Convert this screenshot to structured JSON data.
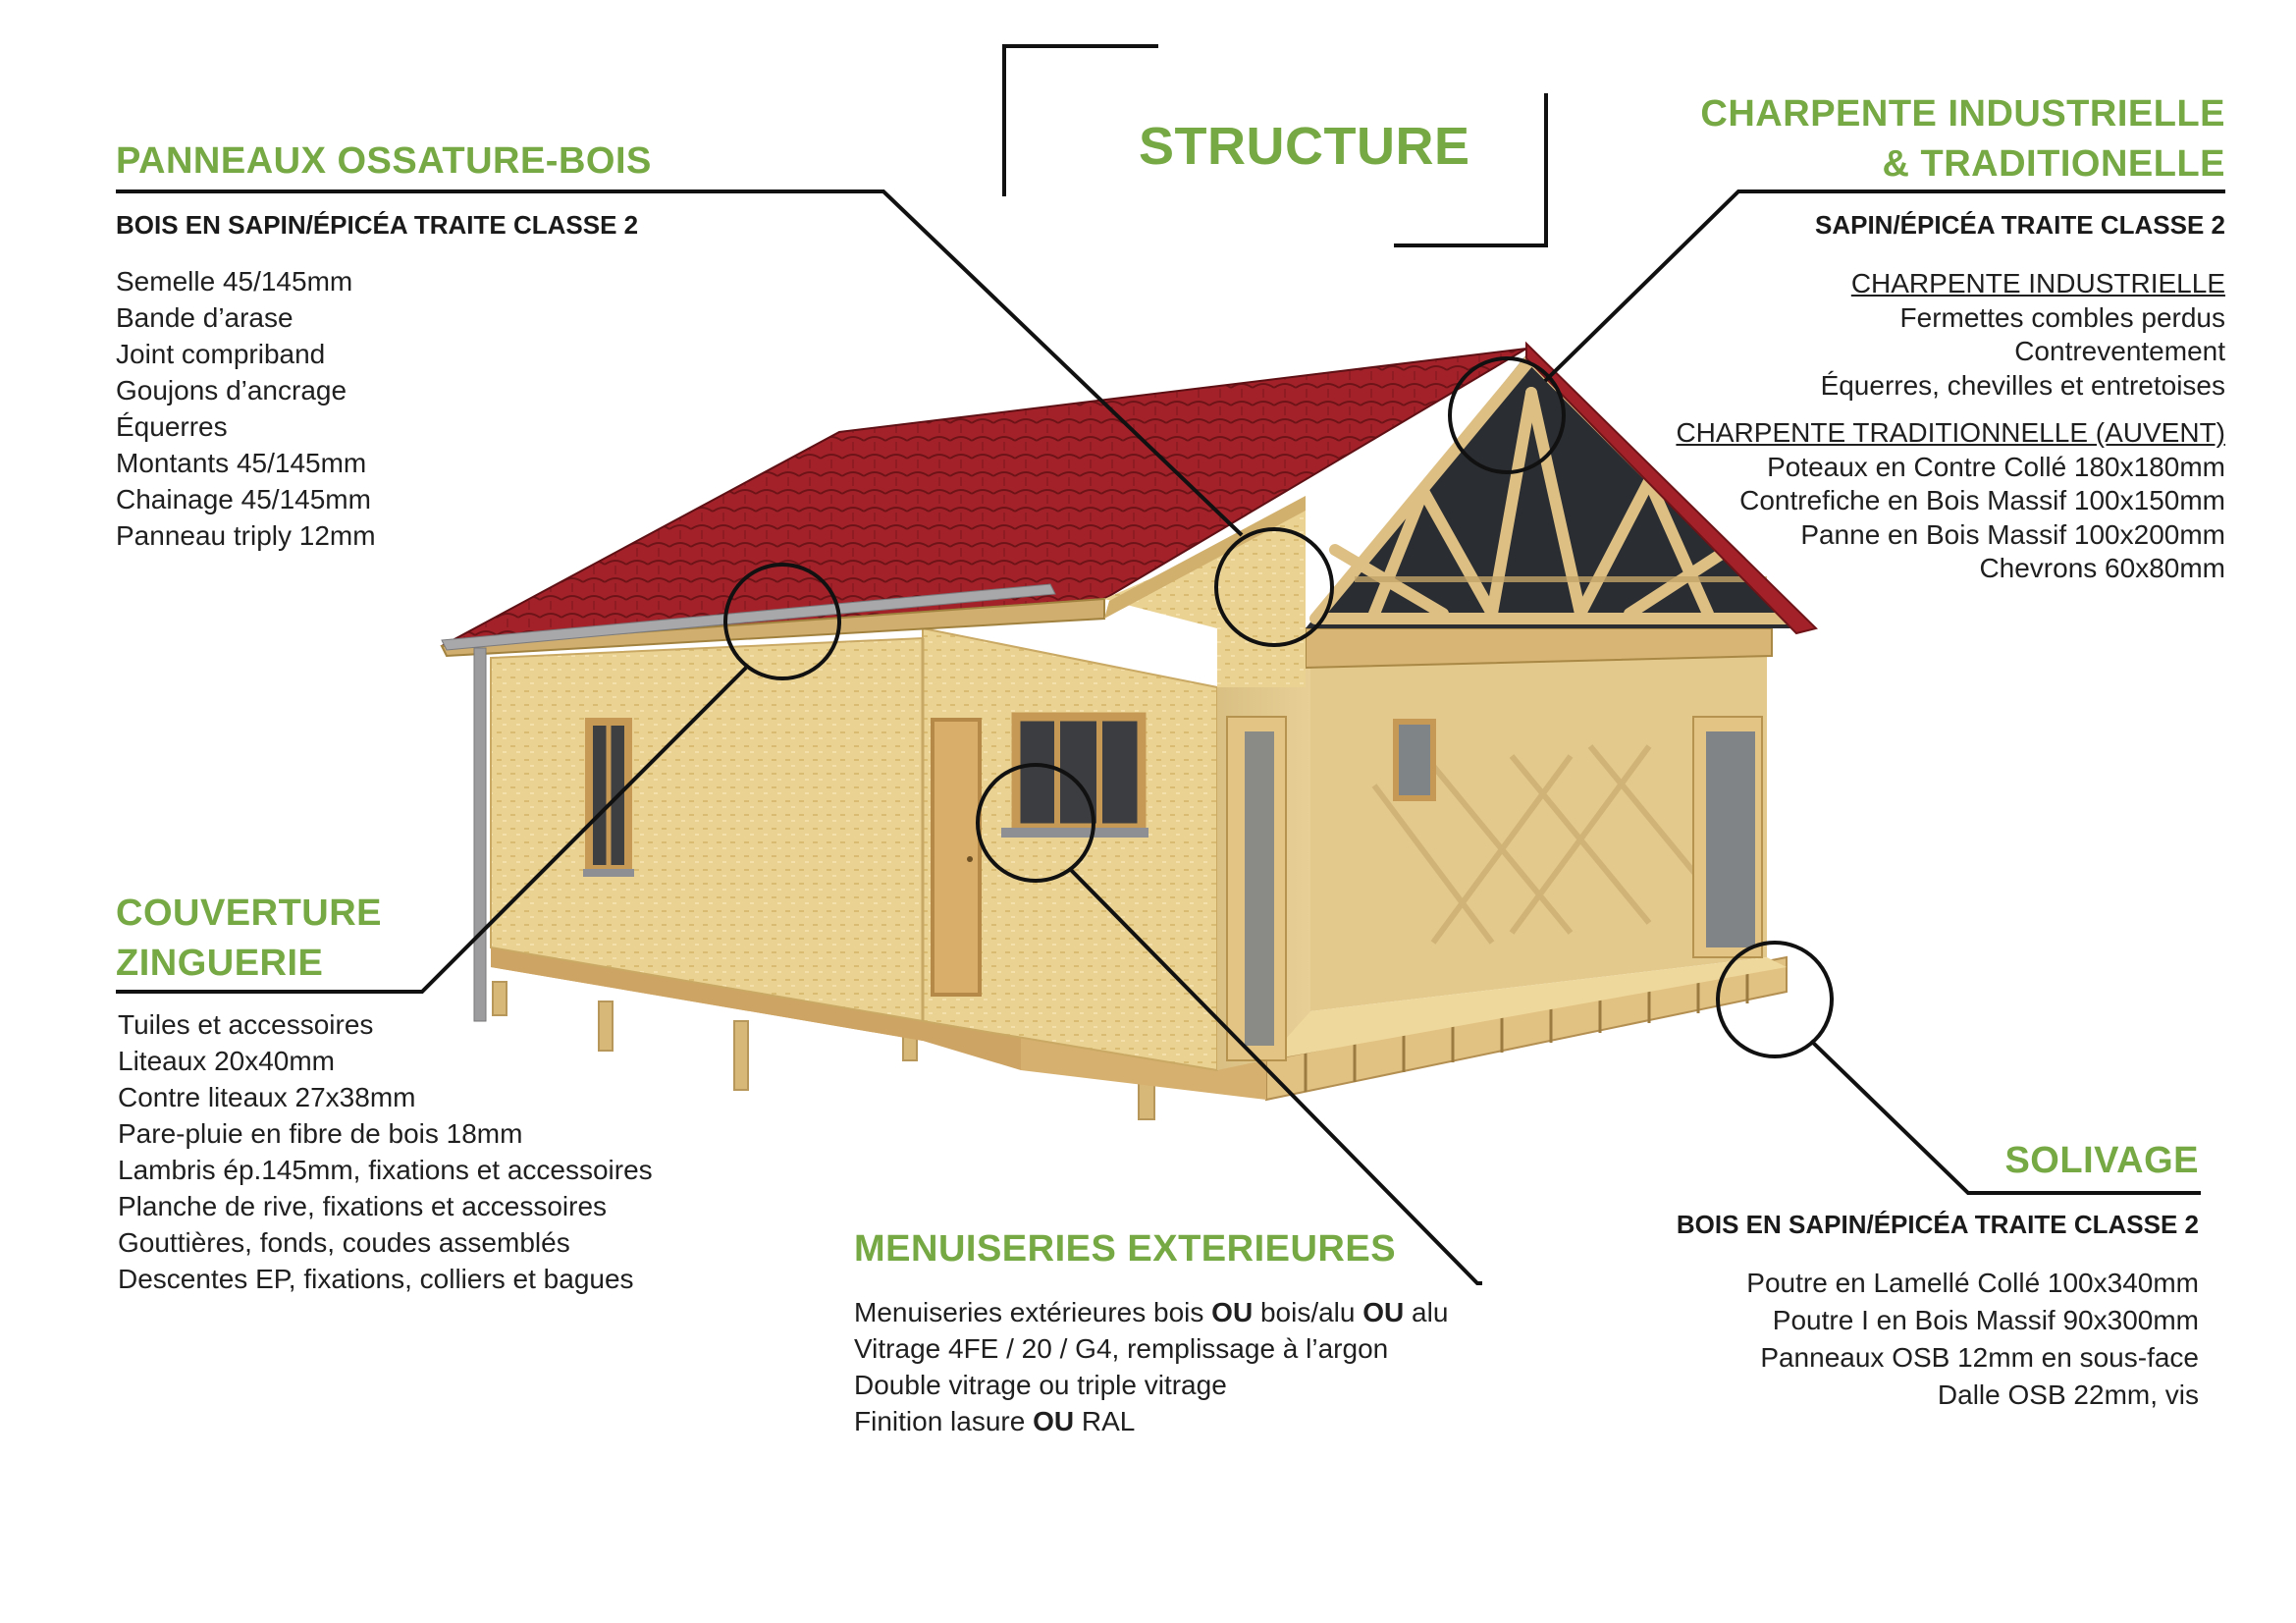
{
  "header": {
    "title": "STRUCTURE"
  },
  "panneaux": {
    "title": "PANNEAUX OSSATURE-BOIS",
    "subtitle": "BOIS EN SAPIN/ÉPICÉA TRAITE CLASSE 2",
    "items": [
      "Semelle 45/145mm",
      "Bande d’arase",
      "Joint compriband",
      "Goujons d’ancrage",
      "Équerres",
      "Montants 45/145mm",
      "Chainage 45/145mm",
      "Panneau triply 12mm"
    ]
  },
  "charpente": {
    "title_line1": "CHARPENTE INDUSTRIELLE",
    "title_line2": "& TRADITIONELLE",
    "subtitle": "SAPIN/ÉPICÉA TRAITE CLASSE 2",
    "industrielle_heading": "CHARPENTE INDUSTRIELLE",
    "industrielle_items": [
      "Fermettes combles perdus",
      "Contreventement",
      "Équerres, chevilles et entretoises"
    ],
    "traditionnelle_heading": "CHARPENTE TRADITIONNELLE (AUVENT)",
    "traditionnelle_items": [
      "Poteaux en Contre Collé 180x180mm",
      "Contrefiche en Bois Massif 100x150mm",
      "Panne en Bois Massif 100x200mm",
      "Chevrons 60x80mm"
    ]
  },
  "couverture": {
    "title_line1": "COUVERTURE",
    "title_line2": "ZINGUERIE",
    "items": [
      "Tuiles et accessoires",
      "Liteaux 20x40mm",
      "Contre liteaux 27x38mm",
      "Pare-pluie en fibre de bois 18mm",
      "Lambris ép.145mm, fixations et accessoires",
      "Planche de rive, fixations et accessoires",
      "Gouttières, fonds, coudes assemblés",
      "Descentes EP, fixations, colliers et bagues"
    ]
  },
  "menuiseries": {
    "title": "MENUISERIES EXTERIEURES",
    "line1_a": "Menuiseries extérieures bois ",
    "line1_ou1": "OU",
    "line1_b": " bois/alu ",
    "line1_ou2": "OU",
    "line1_c": " alu",
    "line2": "Vitrage 4FE / 20 / G4, remplissage à l’argon",
    "line3": "Double vitrage ou triple vitrage",
    "line4_a": "Finition lasure ",
    "line4_ou": "OU",
    "line4_b": " RAL"
  },
  "solivage": {
    "title": "SOLIVAGE",
    "subtitle": "BOIS EN SAPIN/ÉPICÉA TRAITE CLASSE 2",
    "items": [
      "Poutre en Lamellé Collé 100x340mm",
      "Poutre I en Bois Massif 90x300mm",
      "Panneaux OSB 12mm en sous-face",
      "Dalle OSB 22mm, vis"
    ]
  },
  "colors": {
    "accent_green": "#76a844",
    "roof_red": "#a3222a",
    "wood": "#e0c07e",
    "osb": "#e9d08e",
    "line": "#111111"
  }
}
